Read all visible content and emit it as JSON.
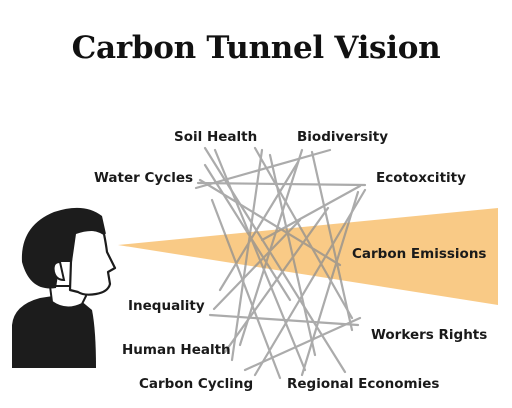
{
  "title": "Carbon Tunnel Vision",
  "labels": {
    "soil_health": "Soil Health",
    "biodiversity": "Biodiversity",
    "water_cycles": "Water Cycles",
    "ecotoxicity": "Ecotoxcitity",
    "carbon_emissions": "Carbon Emissions",
    "inequality": "Inequality",
    "workers_rights": "Workers Rights",
    "human_health": "Human Health",
    "carbon_cycling": "Carbon Cycling",
    "regional_economies": "Regional Economies"
  },
  "colors": {
    "tunnel": "#f9c57c",
    "lines": "#9a9a9a",
    "head": "#1c1c1c",
    "text": "#1a1a1a"
  }
}
